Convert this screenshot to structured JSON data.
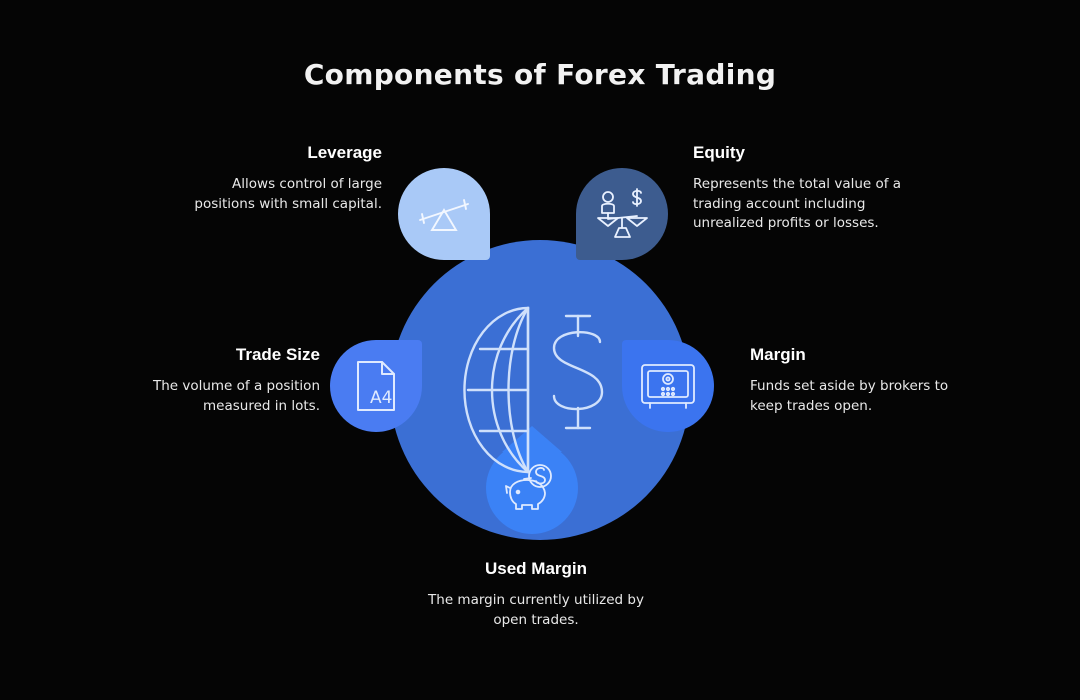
{
  "header": {
    "title": "Components of Forex Trading"
  },
  "center": {
    "icon": "globe-dollar-icon",
    "color": "#3b6fd4"
  },
  "components": [
    {
      "id": "leverage",
      "title": "Leverage",
      "description": "Allows control of large positions with small capital.",
      "icon": "seesaw-lever-icon",
      "color": "#a9c9f7",
      "position": "top-left"
    },
    {
      "id": "equity",
      "title": "Equity",
      "description": "Represents the total value of a trading account including unrealized profits or losses.",
      "icon": "balance-scale-icon",
      "color": "#3d5c8f",
      "position": "top-right"
    },
    {
      "id": "trade-size",
      "title": "Trade Size",
      "description": "The volume of a position measured in lots.",
      "icon": "a4-document-icon",
      "color": "#4a7cf2",
      "position": "left"
    },
    {
      "id": "margin",
      "title": "Margin",
      "description": "Funds set aside by brokers to keep trades open.",
      "icon": "safe-vault-icon",
      "color": "#3b74ef",
      "position": "right"
    },
    {
      "id": "used-margin",
      "title": "Used Margin",
      "description": "The margin currently utilized by open trades.",
      "icon": "piggy-bank-icon",
      "color": "#3b82f6",
      "position": "bottom"
    }
  ],
  "theme": {
    "background": "#050505",
    "text": "#ffffff",
    "icon_stroke": "#cfe0fb"
  }
}
